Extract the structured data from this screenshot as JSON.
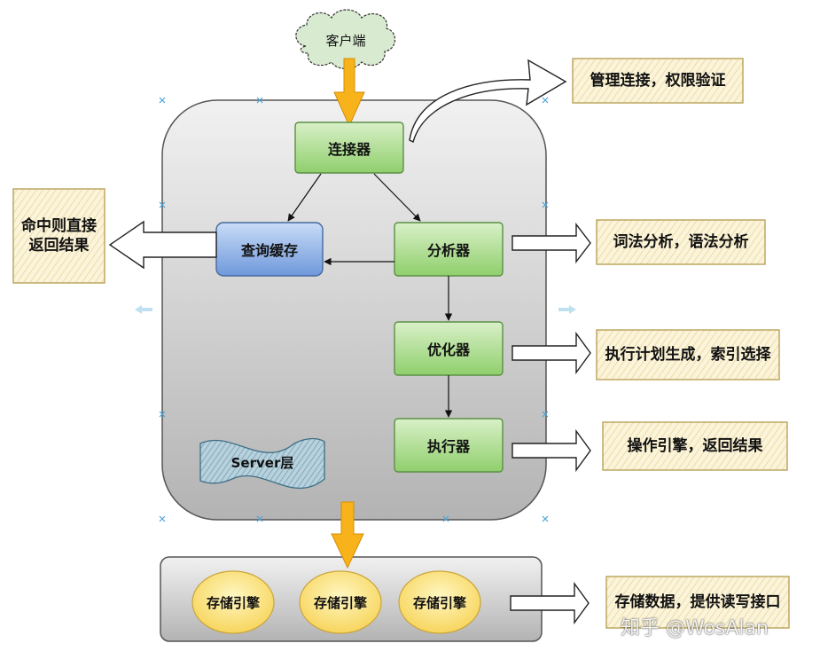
{
  "nodes": {
    "client": "客户端",
    "connector": "连接器",
    "query_cache": "查询缓存",
    "analyzer": "分析器",
    "optimizer": "优化器",
    "executor": "执行器",
    "server_layer": "Server层",
    "storage_engines": [
      "存储引擎",
      "存储引擎",
      "存储引擎"
    ]
  },
  "notes": {
    "connector_note": "管理连接，权限验证",
    "cache_hit_note": [
      "命中则直接",
      "返回结果"
    ],
    "analyzer_note": "词法分析，语法分析",
    "optimizer_note": "执行计划生成，索引选择",
    "executor_note": "操作引擎，返回结果",
    "storage_note": "存储数据，提供读写接口"
  },
  "watermark": "知乎 @WosAlan",
  "colors": {
    "green_fill": "#b9e29c",
    "blue_fill": "#8fb3e8",
    "yellow_fill": "#fde68a",
    "note_fill": "#fbf3d6",
    "server_gray": "#c7c7c7",
    "arrow_orange": "#f8b31b",
    "cloud_fill": "#d8ead0",
    "banner_blue": "#a9c7d6"
  }
}
